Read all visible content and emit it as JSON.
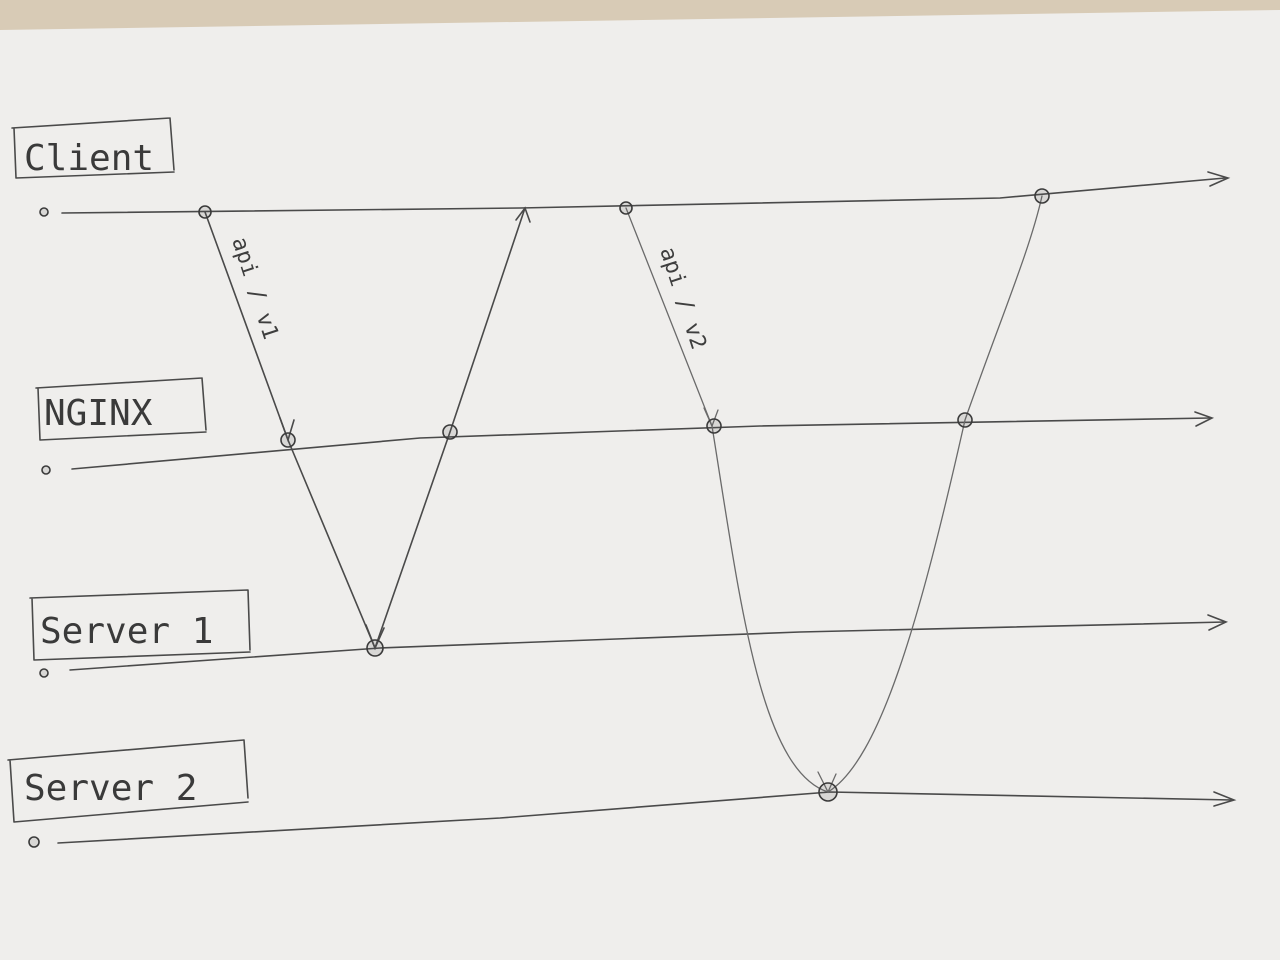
{
  "lanes": [
    {
      "id": "client",
      "label": "Client"
    },
    {
      "id": "nginx",
      "label": "NGINX"
    },
    {
      "id": "server1",
      "label": "Server 1"
    },
    {
      "id": "server2",
      "label": "Server 2"
    }
  ],
  "messages": [
    {
      "label": "api / v1"
    },
    {
      "label": "api / v2"
    }
  ],
  "colors": {
    "paper": "#f1f0ef",
    "pencil": "#4a4a4a",
    "table": "#cfc6b8"
  }
}
